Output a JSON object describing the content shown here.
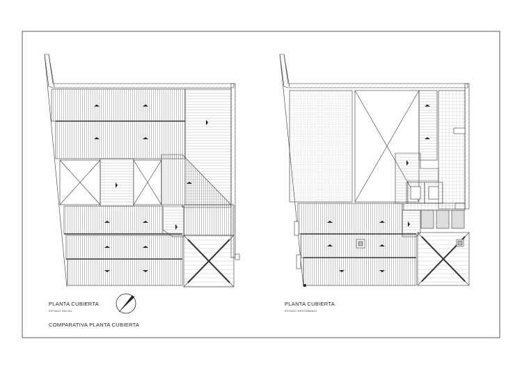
{
  "left_plan": {
    "title": "PLANTA CUBIERTA",
    "subtitle": "ESTADO INICIAL"
  },
  "right_plan": {
    "title": "PLANTA CUBIERTA",
    "subtitle": "ESTADO REFORMADO"
  },
  "sheet_title": "COMPARATIVA PLANTA CUBIERTA",
  "colors": {
    "line": "#333333",
    "hatch": "#9a9a9a",
    "paper": "#ffffff"
  },
  "icons": {
    "north_arrow": "north-arrow-icon"
  }
}
